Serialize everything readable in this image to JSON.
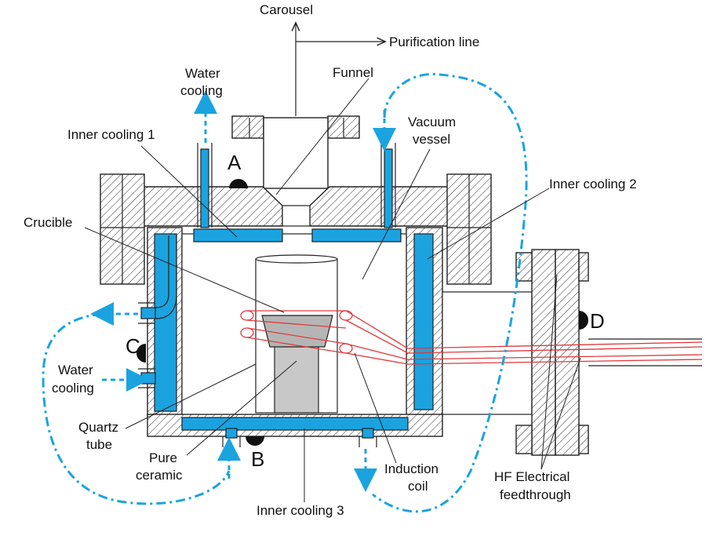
{
  "labels": {
    "carousel": "Carousel",
    "purification_line": "Purification line",
    "water_cooling_top_1": "Water",
    "water_cooling_top_2": "cooling",
    "funnel": "Funnel",
    "vacuum_vessel_1": "Vacuum",
    "vacuum_vessel_2": "vessel",
    "inner_cooling_1": "Inner cooling 1",
    "inner_cooling_2": "Inner cooling 2",
    "inner_cooling_3": "Inner cooling 3",
    "crucible": "Crucible",
    "water_cooling_left_1": "Water",
    "water_cooling_left_2": "cooling",
    "quartz_tube_1": "Quartz",
    "quartz_tube_2": "tube",
    "pure_ceramic_1": "Pure",
    "pure_ceramic_2": "ceramic",
    "induction_coil_1": "Induction",
    "induction_coil_2": "coil",
    "hf_feedthrough_1": "HF Electrical",
    "hf_feedthrough_2": "feedthrough"
  },
  "points": {
    "a": "A",
    "b": "B",
    "c": "C",
    "d": "D"
  },
  "colors": {
    "coolant": "#1ba3e0",
    "coil": "#e0393b",
    "ceramic": "#c8c8c8"
  }
}
